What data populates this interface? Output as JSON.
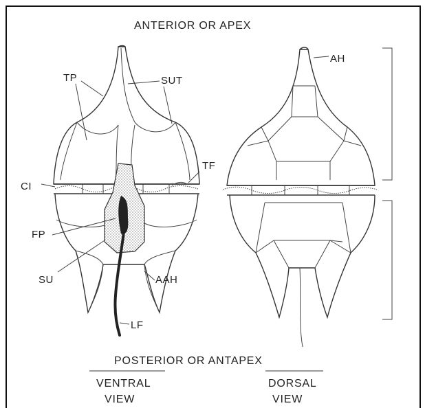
{
  "captions": {
    "top": "ANTERIOR OR APEX",
    "bottom": "POSTERIOR OR ANTAPEX",
    "ventral_line1": "VENTRAL",
    "ventral_line2": "VIEW",
    "dorsal_line1": "DORSAL",
    "dorsal_line2": "VIEW"
  },
  "labels": {
    "tp": "TP",
    "sut": "SUT",
    "tf": "TF",
    "ci": "CI",
    "fp": "FP",
    "su": "SU",
    "aah": "AAH",
    "lf": "LF",
    "ah": "AH"
  },
  "colors": {
    "stroke": "#333333",
    "frame": "#111111",
    "stipple": "#aaaaaa"
  }
}
